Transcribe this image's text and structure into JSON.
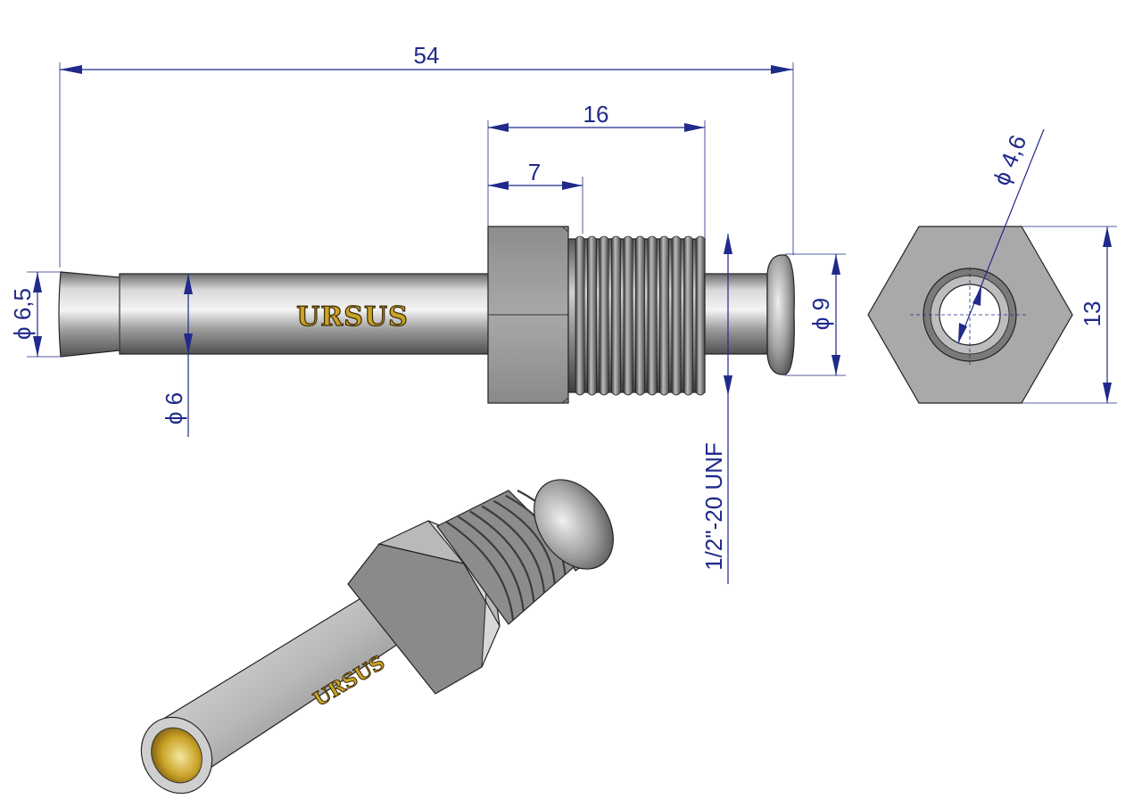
{
  "dimensions": {
    "overall_length": "54",
    "hex_and_thread_length": "16",
    "hex_length": "7",
    "tube_end_diameter": "ϕ 6,5",
    "tube_diameter": "ϕ 6",
    "flange_diameter": "ϕ 9",
    "bore_diameter": "ϕ 4,6",
    "hex_across_flats": "13",
    "thread_spec": "1/2\"-20 UNF"
  },
  "brand_marks": {
    "side_view": "URSUS",
    "iso_view": "URSUS"
  },
  "colors": {
    "dimension": "#1f2a8a",
    "metal_light": "#eeeeee",
    "metal_mid": "#b5b5b5",
    "metal_dark": "#707070",
    "brand_gold": "#c9a227",
    "brass": "#c9a227"
  }
}
